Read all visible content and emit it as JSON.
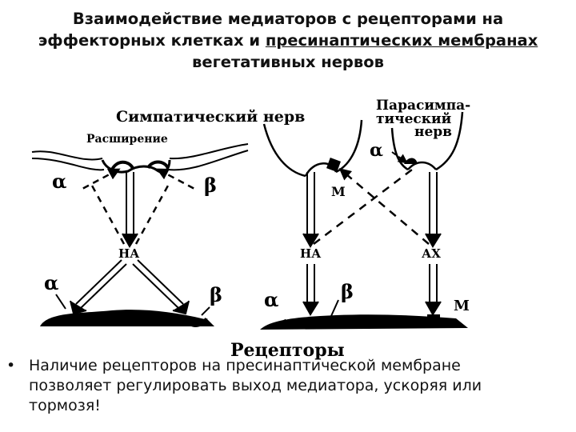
{
  "slide": {
    "title_part1": "Взаимодействие медиаторов с рецепторами на эффекторных клетках и",
    "title_underlined": "пресинаптических мембранах",
    "title_part2": "вегетативных нервов",
    "bullet_symbol": "•",
    "bullet_text": "Наличие рецепторов на пресинаптической мембране позволяет регулировать выход медиатора, ускоряя или тормозя!"
  },
  "diagram": {
    "sympathetic_nerve": "Симпатический нерв",
    "dilation": "Расширение",
    "parasympathetic_line1": "Парасимпа-",
    "parasympathetic_line2": "тический",
    "parasympathetic_line3": "нерв",
    "receptors": "Рецепторы",
    "na_left": "НА",
    "na_middle": "НА",
    "ach": "АХ",
    "alpha_pre_left": "α",
    "beta_pre_left": "β",
    "m_pre_middle": "М",
    "alpha_pre_right": "α",
    "alpha_post_left": "α",
    "beta_post_left": "β",
    "alpha_post_middle": "α",
    "beta_post_middle": "β",
    "m_post_right": "М"
  },
  "colors": {
    "ink": "#000000",
    "text": "#111111",
    "background": "#ffffff"
  }
}
